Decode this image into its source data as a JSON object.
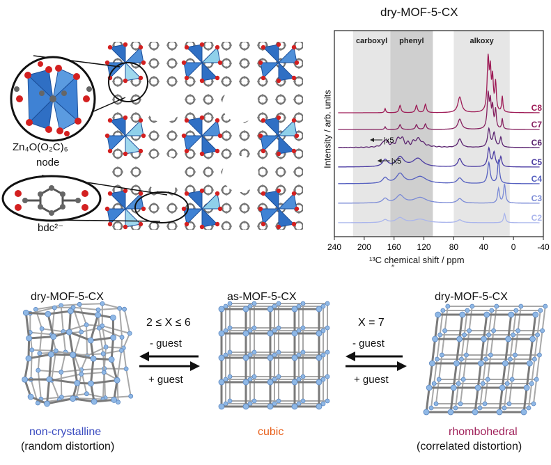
{
  "structure": {
    "node_label": "Zn₄O(O₂C)₆",
    "node_sublabel": "node",
    "linker_label": "bdc²⁻"
  },
  "nmr": {
    "title": "dry-MOF-5-CX",
    "ylabel": "Intensity / arb. units",
    "xlabel": "¹³C chemical shift / ppm",
    "xlabel_tail": "″",
    "xticks": [
      "240",
      "200",
      "160",
      "120",
      "80",
      "40",
      "0",
      "-40"
    ],
    "regions": [
      {
        "label": "carboxyl",
        "from": 215,
        "to": 165
      },
      {
        "label": "phenyl",
        "from": 165,
        "to": 108
      },
      {
        "label": "alkoxy",
        "from": 80,
        "to": 5
      }
    ],
    "spectra": [
      {
        "label": "C8",
        "color": "#9e1b56"
      },
      {
        "label": "C7",
        "color": "#86205f"
      },
      {
        "label": "C6",
        "color": "#5b2470"
      },
      {
        "label": "C5",
        "color": "#4a3aa2"
      },
      {
        "label": "C4",
        "color": "#5560c0"
      },
      {
        "label": "C3",
        "color": "#7a8ad6"
      },
      {
        "label": "C2",
        "color": "#aab5ec"
      }
    ],
    "annotations": [
      "|x5",
      "|x5"
    ]
  },
  "states": {
    "left_title": "dry-MOF-5-CX",
    "left_desc_colored": "non-crystalline",
    "left_desc_plain": "(random distortion)",
    "center_title": "as-MOF-5-CX",
    "center_desc_colored": "cubic",
    "right_title": "dry-MOF-5-CX",
    "right_desc_colored": "rhombohedral",
    "right_desc_plain": "(correlated distortion)",
    "colors": {
      "noncrystalline": "#3b4cc0",
      "cubic": "#e8601c",
      "rhombohedral": "#a0215a"
    }
  },
  "arrows": {
    "left_condition": "2 ≤ X ≤ 6",
    "left_remove": "- guest",
    "left_add": "+ guest",
    "right_condition": "X = 7",
    "right_remove": "- guest",
    "right_add": "+ guest"
  }
}
